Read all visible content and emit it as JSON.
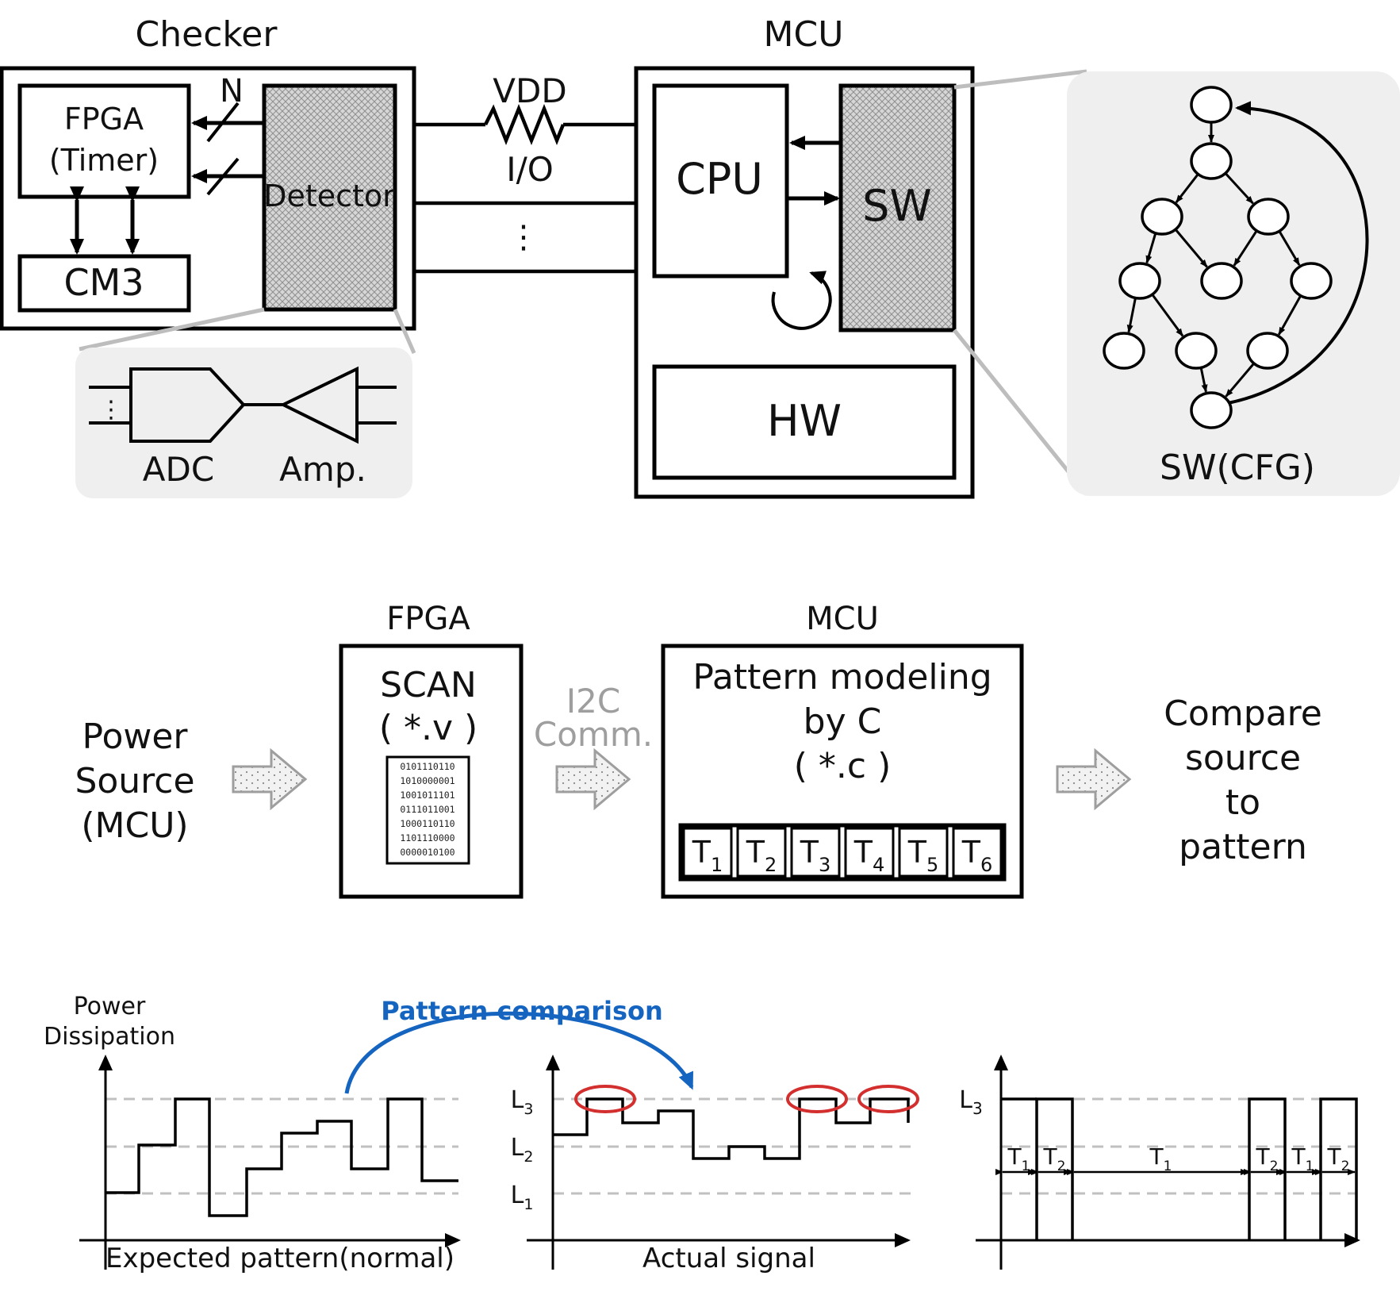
{
  "colors": {
    "accent_blue": "#1565c0",
    "highlight_red": "#d32f2f",
    "panel_gray": "#efefef",
    "hatch_gray": "#bdbdbd",
    "arrow_label_gray": "#9e9e9e"
  },
  "top": {
    "checker_title": "Checker",
    "mcu_title": "MCU",
    "fpga_line1": "FPGA",
    "fpga_line2": "(Timer)",
    "bus_n": "N",
    "cm3": "CM3",
    "detector": "Detector",
    "vdd": "VDD",
    "io": "I/O",
    "more": "⋮",
    "cpu": "CPU",
    "sw": "SW",
    "hw": "HW",
    "adc": "ADC",
    "amp": "Amp.",
    "cfg_label": "SW(CFG)"
  },
  "flow": {
    "source_lines": [
      "Power",
      "Source",
      "(MCU)"
    ],
    "fpga_title": "FPGA",
    "scan_line1": "SCAN",
    "scan_line2": "( *.v )",
    "bits": [
      "0101110110",
      "1010000001",
      "1001011101",
      "0111011001",
      "1000110110",
      "1101110000",
      "0000010100"
    ],
    "i2c_line1": "I2C",
    "i2c_line2": "Comm.",
    "mcu_title": "MCU",
    "model_lines": [
      "Pattern modeling",
      "by C",
      "( *.c )"
    ],
    "tasks": [
      {
        "base": "T",
        "sub": "1"
      },
      {
        "base": "T",
        "sub": "2"
      },
      {
        "base": "T",
        "sub": "3"
      },
      {
        "base": "T",
        "sub": "4"
      },
      {
        "base": "T",
        "sub": "5"
      },
      {
        "base": "T",
        "sub": "6"
      }
    ],
    "compare_lines": [
      "Compare",
      "source",
      "to",
      "pattern"
    ]
  },
  "bottom": {
    "ylabel_line1": "Power",
    "ylabel_line2": "Dissipation",
    "comparison_label": "Pattern comparison",
    "expected_label": "Expected pattern(normal)",
    "actual_label": "Actual signal",
    "levels": [
      {
        "base": "L",
        "sub": "3"
      },
      {
        "base": "L",
        "sub": "2"
      },
      {
        "base": "L",
        "sub": "1"
      }
    ],
    "level_l3": {
      "base": "L",
      "sub": "3"
    },
    "intervals": [
      {
        "base": "T",
        "sub": "1"
      },
      {
        "base": "T",
        "sub": "2"
      },
      {
        "base": "T",
        "sub": "1"
      },
      {
        "base": "T",
        "sub": "2"
      },
      {
        "base": "T",
        "sub": "1"
      },
      {
        "base": "T",
        "sub": "2"
      }
    ]
  }
}
